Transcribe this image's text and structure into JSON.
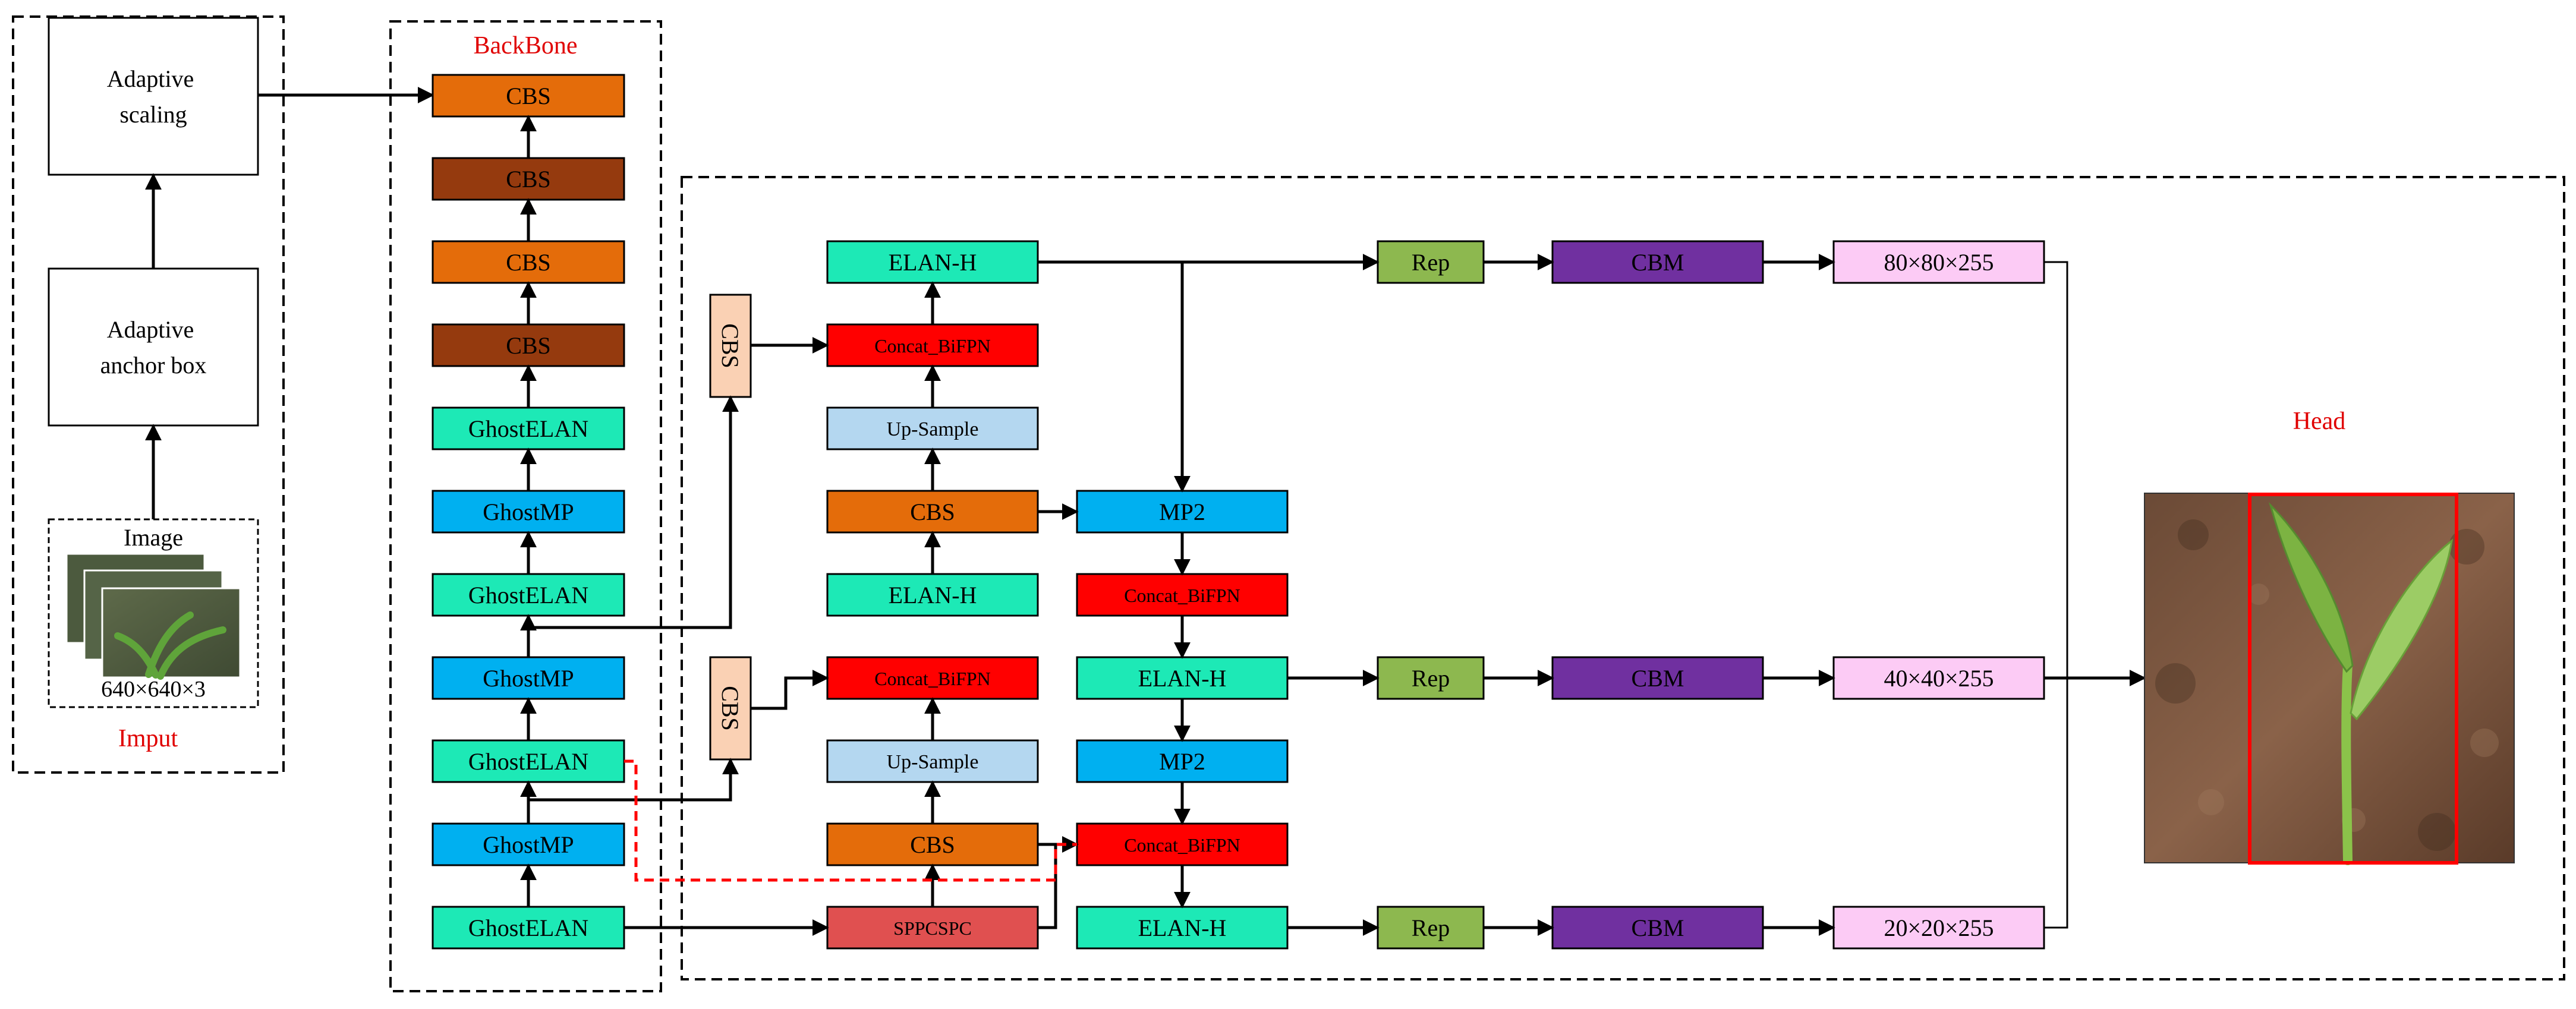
{
  "labels": {
    "input_section": "Imput",
    "backbone_section": "BackBone",
    "head_section": "Head",
    "image_title": "Image",
    "image_size": "640×640×3"
  },
  "input_blocks": {
    "scaling": [
      "Adaptive",
      "scaling"
    ],
    "anchor": [
      "Adaptive",
      "anchor box"
    ]
  },
  "backbone": {
    "cbs1": "CBS",
    "cbs2": "CBS",
    "cbs3": "CBS",
    "cbs4": "CBS",
    "gelan1": "GhostELAN",
    "gmp1": "GhostMP",
    "gelan2": "GhostELAN",
    "gmp2": "GhostMP",
    "gelan3": "GhostELAN",
    "gmp3": "GhostMP",
    "gelan4": "GhostELAN"
  },
  "neck": {
    "cbs_v1": "CBS",
    "cbs_v2": "CBS",
    "elan_top": "ELAN-H",
    "concat_top": "Concat_BiFPN",
    "upsample1": "Up-Sample",
    "cbs_mid": "CBS",
    "elan_mid": "ELAN-H",
    "concat_mid": "Concat_BiFPN",
    "upsample2": "Up-Sample",
    "cbs_low": "CBS",
    "sppcspc": "SPPCSPC",
    "mp2_top": "MP2",
    "concat_r1": "Concat_BiFPN",
    "elan_r1": "ELAN-H",
    "mp2_bot": "MP2",
    "concat_r2": "Concat_BiFPN",
    "elan_r2": "ELAN-H"
  },
  "head": {
    "rep1": "Rep",
    "cbm1": "CBM",
    "out1": "80×80×255",
    "rep2": "Rep",
    "cbm2": "CBM",
    "out2": "40×40×255",
    "rep3": "Rep",
    "cbm3": "CBM",
    "out3": "20×20×255"
  },
  "colors": {
    "cbs_orange": "#E46C0A",
    "cbs_brown": "#953A0E",
    "ghost_elan": "#1DE9B6",
    "ghost_mp": "#00B0F0",
    "concat": "#FF0000",
    "upsample": "#B4D7F0",
    "sppcspc": "#E05050",
    "cbs_vertical": "#FAD1B4",
    "rep": "#8DB84F",
    "cbm": "#7030A0",
    "output": "#FCCBF5",
    "label_red": "#E00000"
  }
}
